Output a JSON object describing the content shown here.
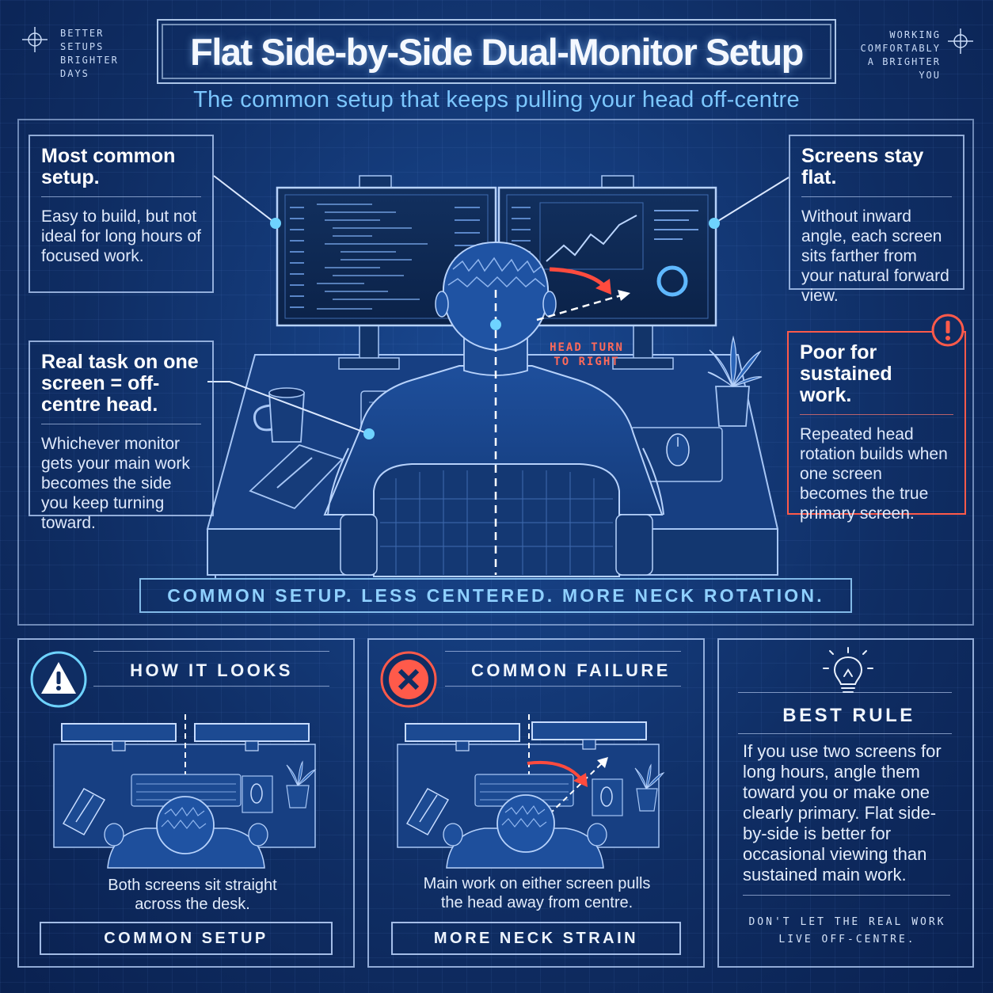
{
  "corner_left": [
    "BETTER",
    "SETUPS",
    "BRIGHTER",
    "DAYS"
  ],
  "corner_right": [
    "WORKING",
    "COMFORTABLY",
    "A BRIGHTER",
    "YOU"
  ],
  "title": "Flat Side-by-Side Dual-Monitor Setup",
  "subtitle": "The common setup that keeps pulling your head off-centre",
  "callouts": {
    "most_common": {
      "heading": "Most common setup.",
      "body": "Easy to build, but not ideal for long hours of focused work."
    },
    "real_task": {
      "heading": "Real task on one screen = off-centre head.",
      "body": "Whichever monitor gets your main work becomes the side you keep turning toward."
    },
    "screens_flat": {
      "heading": "Screens stay flat.",
      "body": "Without inward angle, each screen sits farther from your natural forward view."
    },
    "poor_sustained": {
      "heading": "Poor for sustained work.",
      "body": "Repeated head rotation builds when one screen becomes the true primary screen."
    }
  },
  "head_turn_label": [
    "HEAD TURN",
    "TO RIGHT"
  ],
  "banner": "COMMON SETUP. LESS CENTERED. MORE NECK ROTATION.",
  "panels": {
    "how_it_looks": {
      "heading": "HOW IT LOOKS",
      "caption": "Both screens sit straight across the desk.",
      "label": "COMMON SETUP"
    },
    "common_failure": {
      "heading": "COMMON FAILURE",
      "caption": "Main work on either screen pulls the head away from centre.",
      "label": "MORE NECK STRAIN"
    },
    "best_rule": {
      "heading": "BEST RULE",
      "body": "If you use two screens for long hours, angle them toward you or make one clearly primary. Flat side-by-side is better for occasional viewing than sustained main work.",
      "footer": [
        "DON'T LET THE REAL WORK",
        "LIVE OFF-CENTRE."
      ]
    }
  },
  "icons": [
    "crosshair-icon",
    "warning-icon",
    "error-x-icon",
    "lightbulb-icon",
    "alert-exclamation-icon"
  ],
  "colors": {
    "background": "#0f2d63",
    "accent_cyan": "#7cc7ff",
    "warning_red": "#ff5a4a",
    "line": "#bed7ff"
  }
}
